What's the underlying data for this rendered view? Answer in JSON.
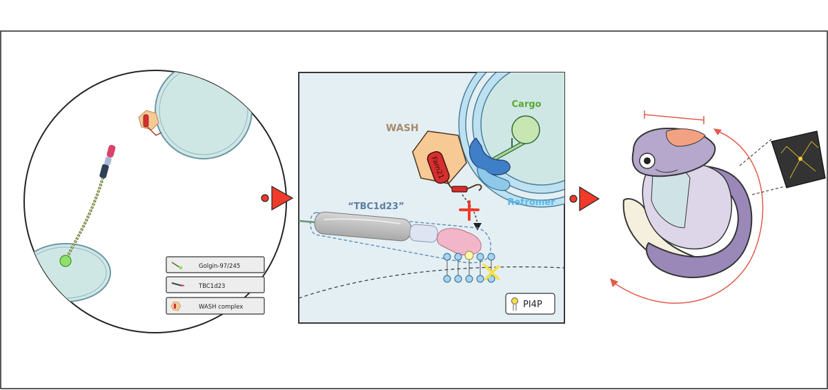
{
  "legend": {
    "items": [
      {
        "label": "Golgin-97/245"
      },
      {
        "label": "TBC1d23"
      },
      {
        "label": "WASH complex"
      }
    ]
  },
  "panel2": {
    "wash_label": "WASH",
    "fam21_label": "Fam21",
    "cargo_label": "Cargo",
    "retromer_label": "Retromer",
    "tbc_label": "“TBC1d23”",
    "pi4p_label": "PI4P"
  },
  "colors": {
    "golgi": "#cfe7e4",
    "wash": "#f7c995",
    "fam21": "#d62f2f",
    "cargo": "#c8e6b2",
    "retromer": "#8ec9ea",
    "panel_bg": "#e4eff4",
    "arrow": "#ee3b2a",
    "embryo": "#b5a8cc"
  }
}
